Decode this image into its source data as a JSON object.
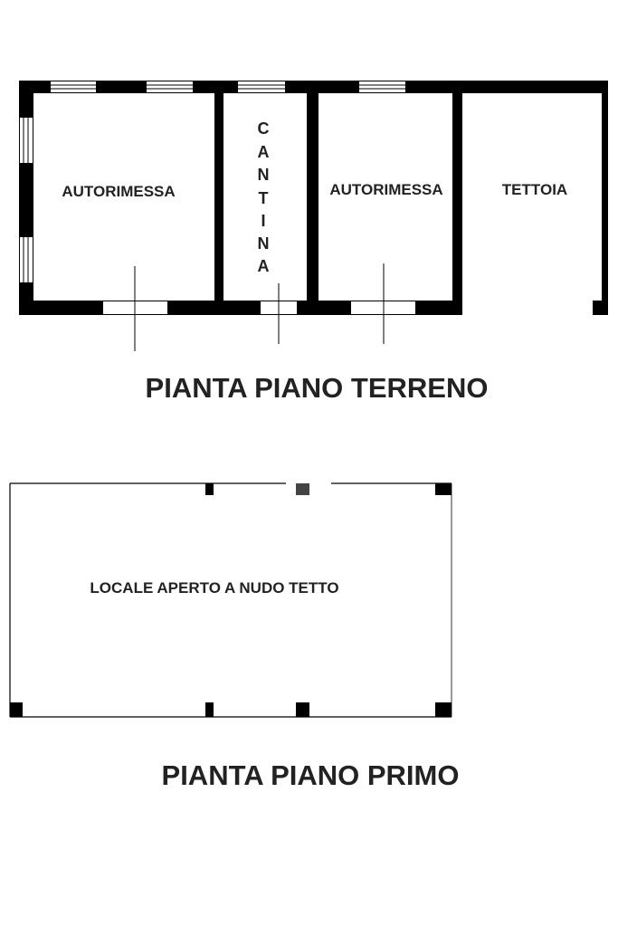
{
  "ground_floor": {
    "title": "PIANTA PIANO TERRENO",
    "rooms": {
      "garage_left": "AUTORIMESSA",
      "cellar_letters": [
        "C",
        "A",
        "N",
        "T",
        "I",
        "N",
        "A"
      ],
      "garage_right": "AUTORIMESSA",
      "canopy": "TETTOIA"
    }
  },
  "first_floor": {
    "title": "PIANTA PIANO PRIMO",
    "room": "LOCALE APERTO A NUDO TETTO"
  },
  "colors": {
    "wall": "#000000",
    "text": "#222222",
    "background": "#ffffff"
  }
}
